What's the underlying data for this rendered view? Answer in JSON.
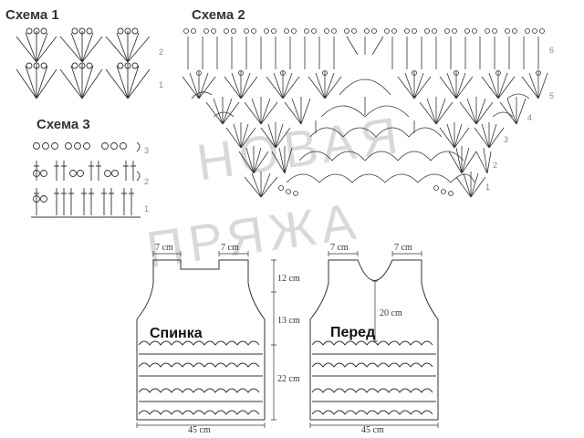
{
  "schemes": {
    "s1": "Схема 1",
    "s2": "Схема 2",
    "s3": "Схема 3"
  },
  "row_numbers": {
    "s1": [
      "2",
      "1"
    ],
    "s2": [
      "6",
      "5",
      "4",
      "3",
      "2",
      "1"
    ],
    "s3": [
      "3",
      "2",
      "1"
    ]
  },
  "pieces": {
    "back": {
      "label": "Спинка",
      "strap_left": "7 cm",
      "strap_right": "7 cm",
      "width": "45 cm",
      "h_top": "12 cm",
      "h_mid": "13 cm",
      "h_bottom": "22 cm"
    },
    "front": {
      "label": "Перед",
      "strap_left": "7 cm",
      "strap_right": "7 cm",
      "width": "45 cm",
      "neck_depth": "20 cm"
    }
  },
  "watermark": {
    "line1": "НОВАЯ",
    "line2": "ПРЯЖА"
  },
  "colors": {
    "line": "#333333",
    "watermark": "#d9d9d9",
    "rownum": "#888888"
  }
}
